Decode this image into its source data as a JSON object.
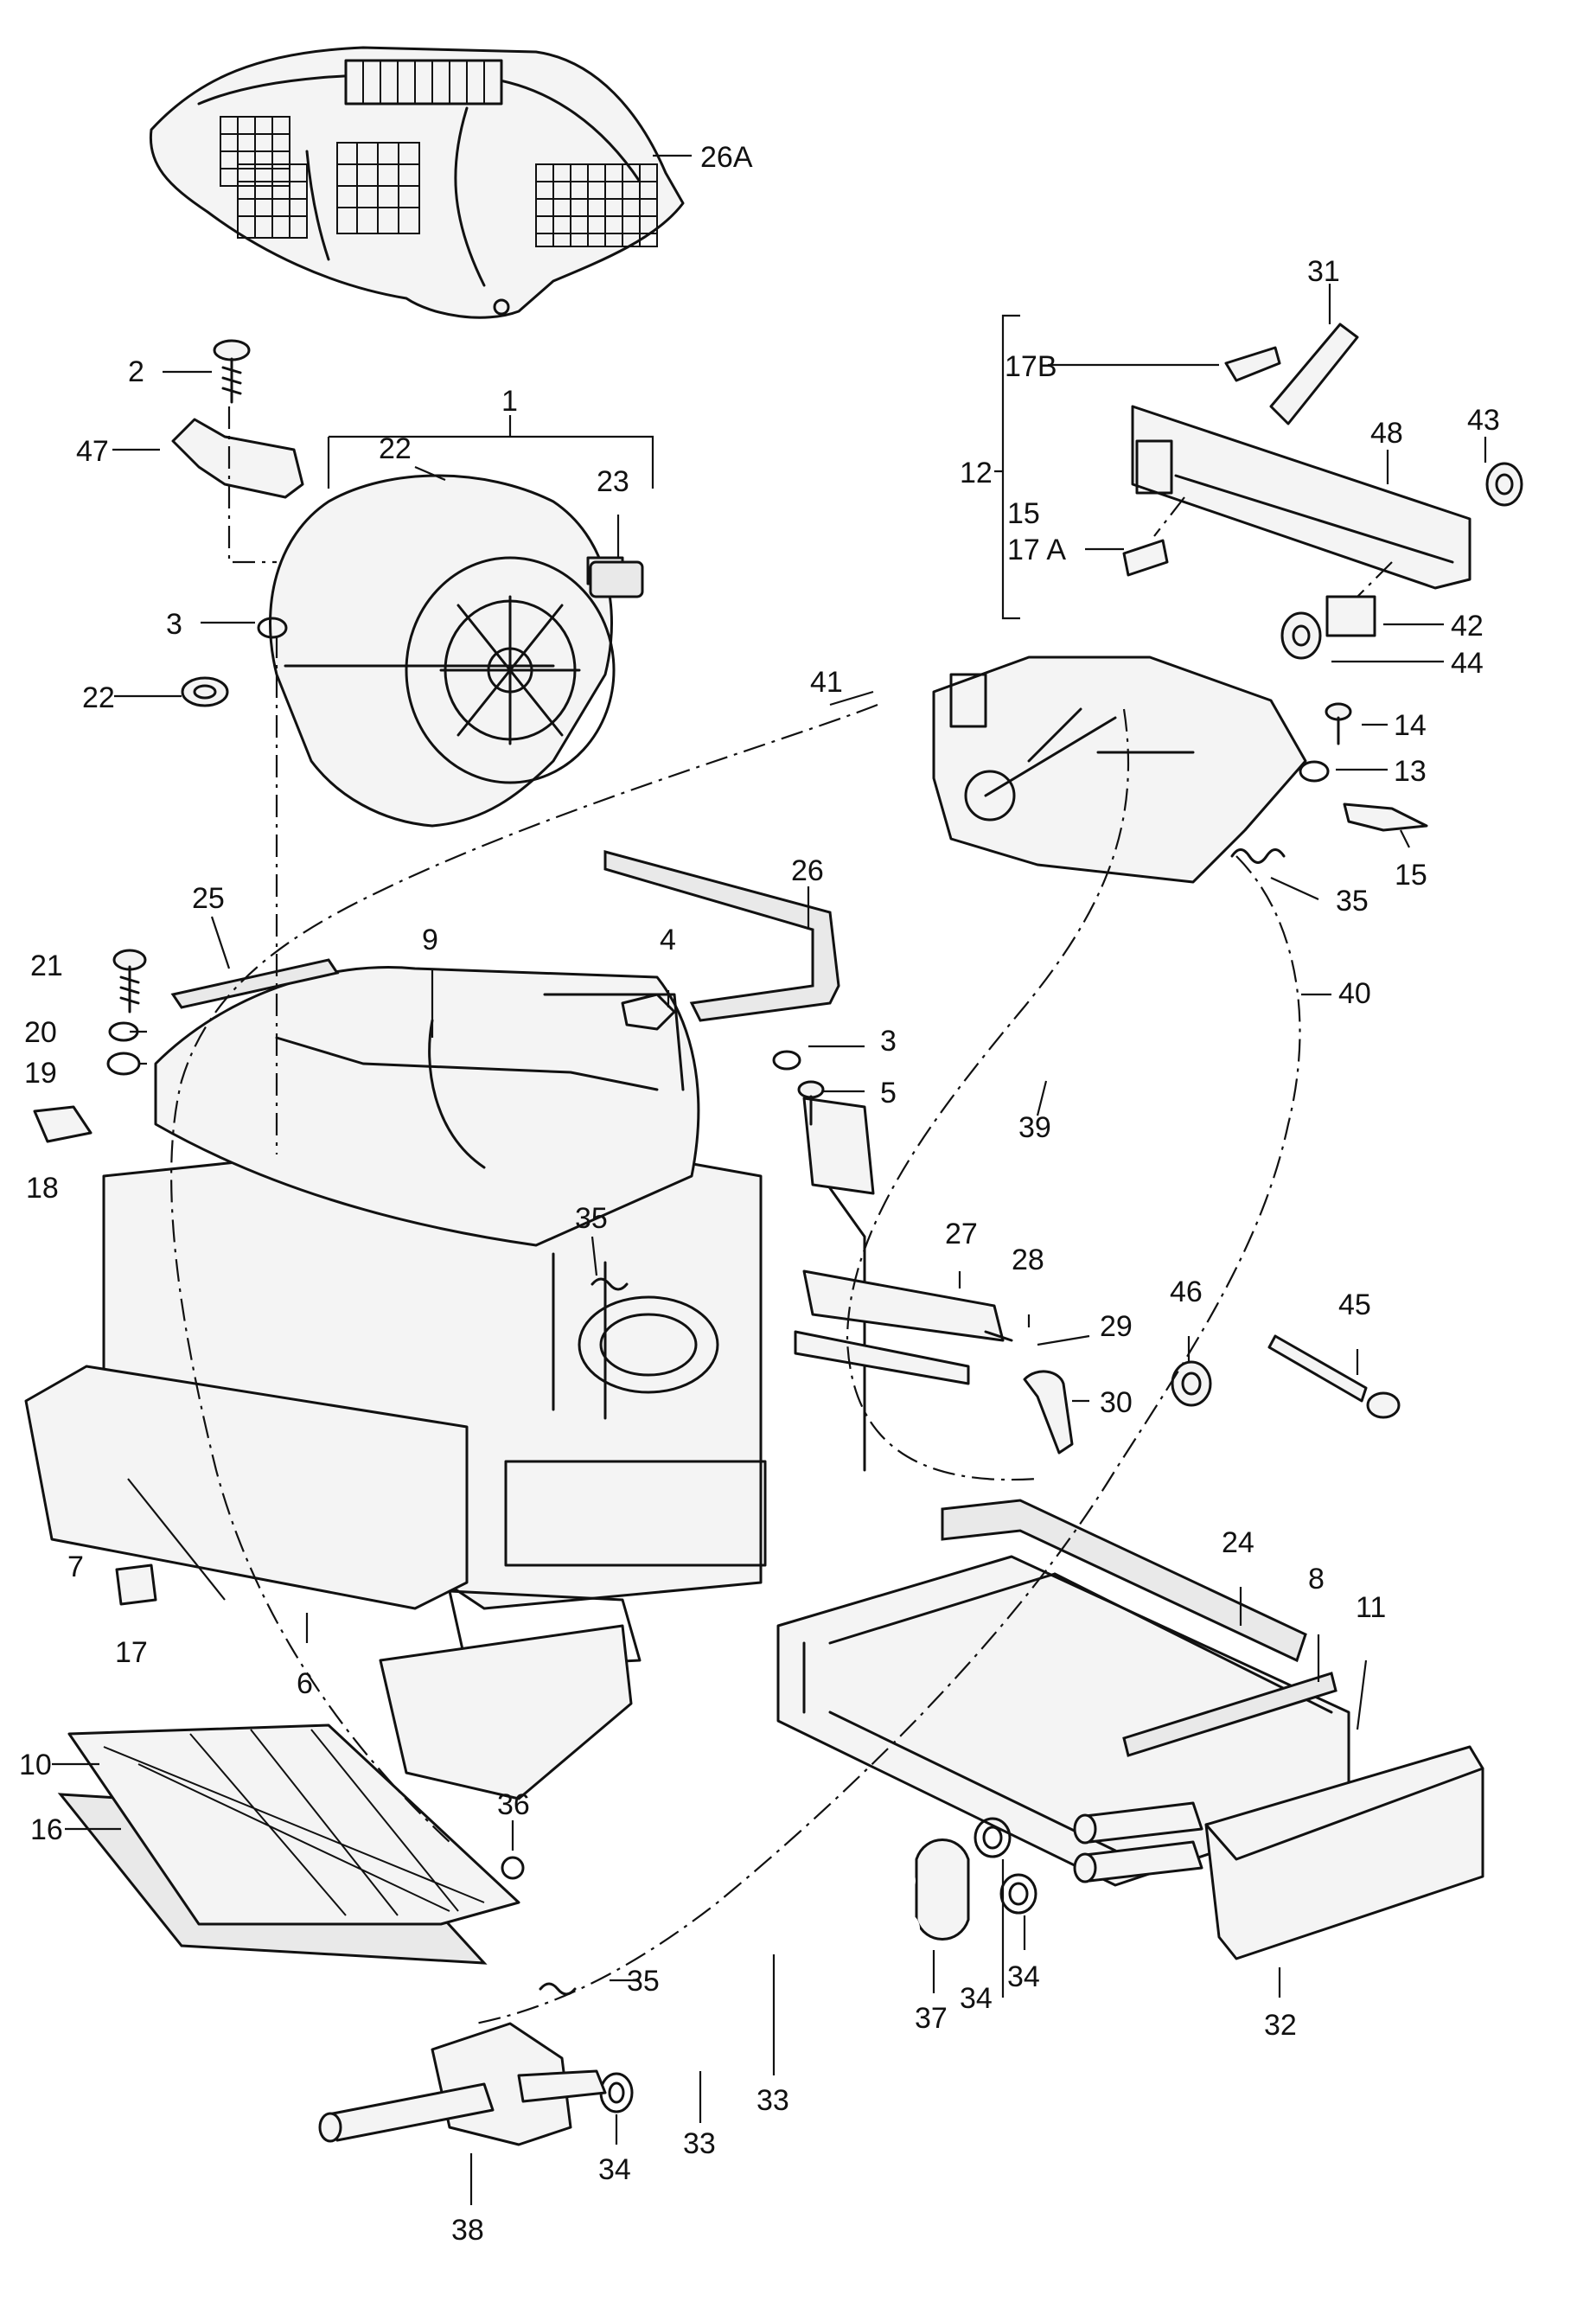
{
  "callouts": [
    {
      "id": "c26a",
      "text": "26A"
    },
    {
      "id": "c31",
      "text": "31"
    },
    {
      "id": "c17b",
      "text": "17B"
    },
    {
      "id": "c48",
      "text": "48"
    },
    {
      "id": "c43",
      "text": "43"
    },
    {
      "id": "c12",
      "text": "12"
    },
    {
      "id": "c15a",
      "text": "15"
    },
    {
      "id": "c17a",
      "text": "17 A"
    },
    {
      "id": "c42",
      "text": "42"
    },
    {
      "id": "c44",
      "text": "44"
    },
    {
      "id": "c2",
      "text": "2"
    },
    {
      "id": "c1",
      "text": "1"
    },
    {
      "id": "c22a",
      "text": "22"
    },
    {
      "id": "c47",
      "text": "47"
    },
    {
      "id": "c23",
      "text": "23"
    },
    {
      "id": "c3a",
      "text": "3"
    },
    {
      "id": "c22b",
      "text": "22"
    },
    {
      "id": "c41",
      "text": "41"
    },
    {
      "id": "c14",
      "text": "14"
    },
    {
      "id": "c13",
      "text": "13"
    },
    {
      "id": "c15b",
      "text": "15"
    },
    {
      "id": "c35a",
      "text": "35"
    },
    {
      "id": "c26",
      "text": "26"
    },
    {
      "id": "c25",
      "text": "25"
    },
    {
      "id": "c9",
      "text": "9"
    },
    {
      "id": "c4",
      "text": "4"
    },
    {
      "id": "c21",
      "text": "21"
    },
    {
      "id": "c40",
      "text": "40"
    },
    {
      "id": "c20",
      "text": "20"
    },
    {
      "id": "c3b",
      "text": "3"
    },
    {
      "id": "c19",
      "text": "19"
    },
    {
      "id": "c5",
      "text": "5"
    },
    {
      "id": "c39",
      "text": "39"
    },
    {
      "id": "c18",
      "text": "18"
    },
    {
      "id": "c35b",
      "text": "35"
    },
    {
      "id": "c27",
      "text": "27"
    },
    {
      "id": "c28",
      "text": "28"
    },
    {
      "id": "c46",
      "text": "46"
    },
    {
      "id": "c45",
      "text": "45"
    },
    {
      "id": "c29",
      "text": "29"
    },
    {
      "id": "c30",
      "text": "30"
    },
    {
      "id": "c7",
      "text": "7"
    },
    {
      "id": "c24",
      "text": "24"
    },
    {
      "id": "c8",
      "text": "8"
    },
    {
      "id": "c11",
      "text": "11"
    },
    {
      "id": "c17",
      "text": "17"
    },
    {
      "id": "c6",
      "text": "6"
    },
    {
      "id": "c10",
      "text": "10"
    },
    {
      "id": "c36",
      "text": "36"
    },
    {
      "id": "c16",
      "text": "16"
    },
    {
      "id": "c35c",
      "text": "35"
    },
    {
      "id": "c37",
      "text": "37"
    },
    {
      "id": "c34a",
      "text": "34"
    },
    {
      "id": "c34b",
      "text": "34"
    },
    {
      "id": "c32",
      "text": "32"
    },
    {
      "id": "c33a",
      "text": "33"
    },
    {
      "id": "c33b",
      "text": "33"
    },
    {
      "id": "c34c",
      "text": "34"
    },
    {
      "id": "c38",
      "text": "38"
    }
  ]
}
